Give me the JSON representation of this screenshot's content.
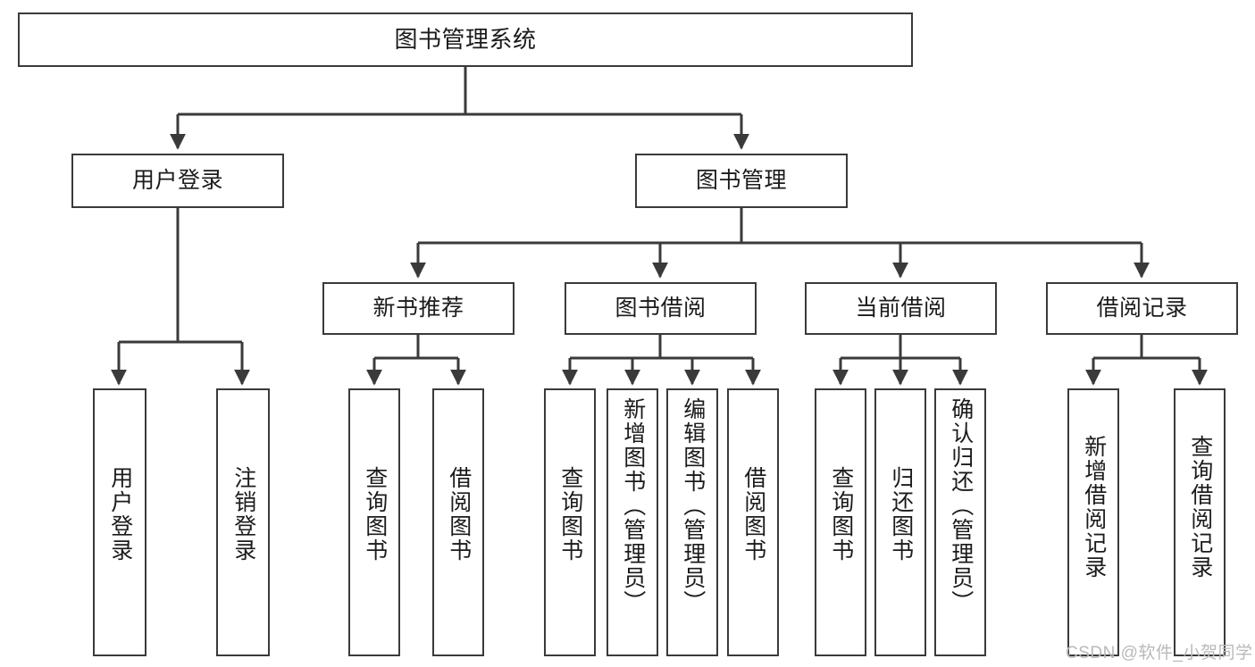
{
  "diagram": {
    "type": "hierarchy-tree",
    "title": "图书管理系统",
    "root": {
      "label": "图书管理系统"
    },
    "level1": [
      {
        "label": "用户登录"
      },
      {
        "label": "图书管理"
      }
    ],
    "level2": [
      {
        "label": "新书推荐"
      },
      {
        "label": "图书借阅"
      },
      {
        "label": "当前借阅"
      },
      {
        "label": "借阅记录"
      }
    ],
    "leaves": {
      "user_login": [
        {
          "label": "用户登录"
        },
        {
          "label": "注销登录"
        }
      ],
      "new_book_recommend": [
        {
          "label": "查询图书"
        },
        {
          "label": "借阅图书"
        }
      ],
      "book_borrow": [
        {
          "label": "查询图书"
        },
        {
          "label": "新增图书（管理员）"
        },
        {
          "label": "编辑图书（管理员）"
        },
        {
          "label": "借阅图书"
        }
      ],
      "current_borrow": [
        {
          "label": "查询图书"
        },
        {
          "label": "归还图书"
        },
        {
          "label": "确认归还（管理员）"
        }
      ],
      "borrow_record": [
        {
          "label": "新增借阅记录"
        },
        {
          "label": "查询借阅记录"
        }
      ]
    }
  },
  "watermark": {
    "text": "CSDN @软件_小贺同学"
  },
  "colors": {
    "box_border": "#3a3a3a",
    "box_fill": "#ffffff",
    "edge": "#3a3a3a",
    "text": "#1b1b1b",
    "watermark": "#b9b9b9"
  }
}
